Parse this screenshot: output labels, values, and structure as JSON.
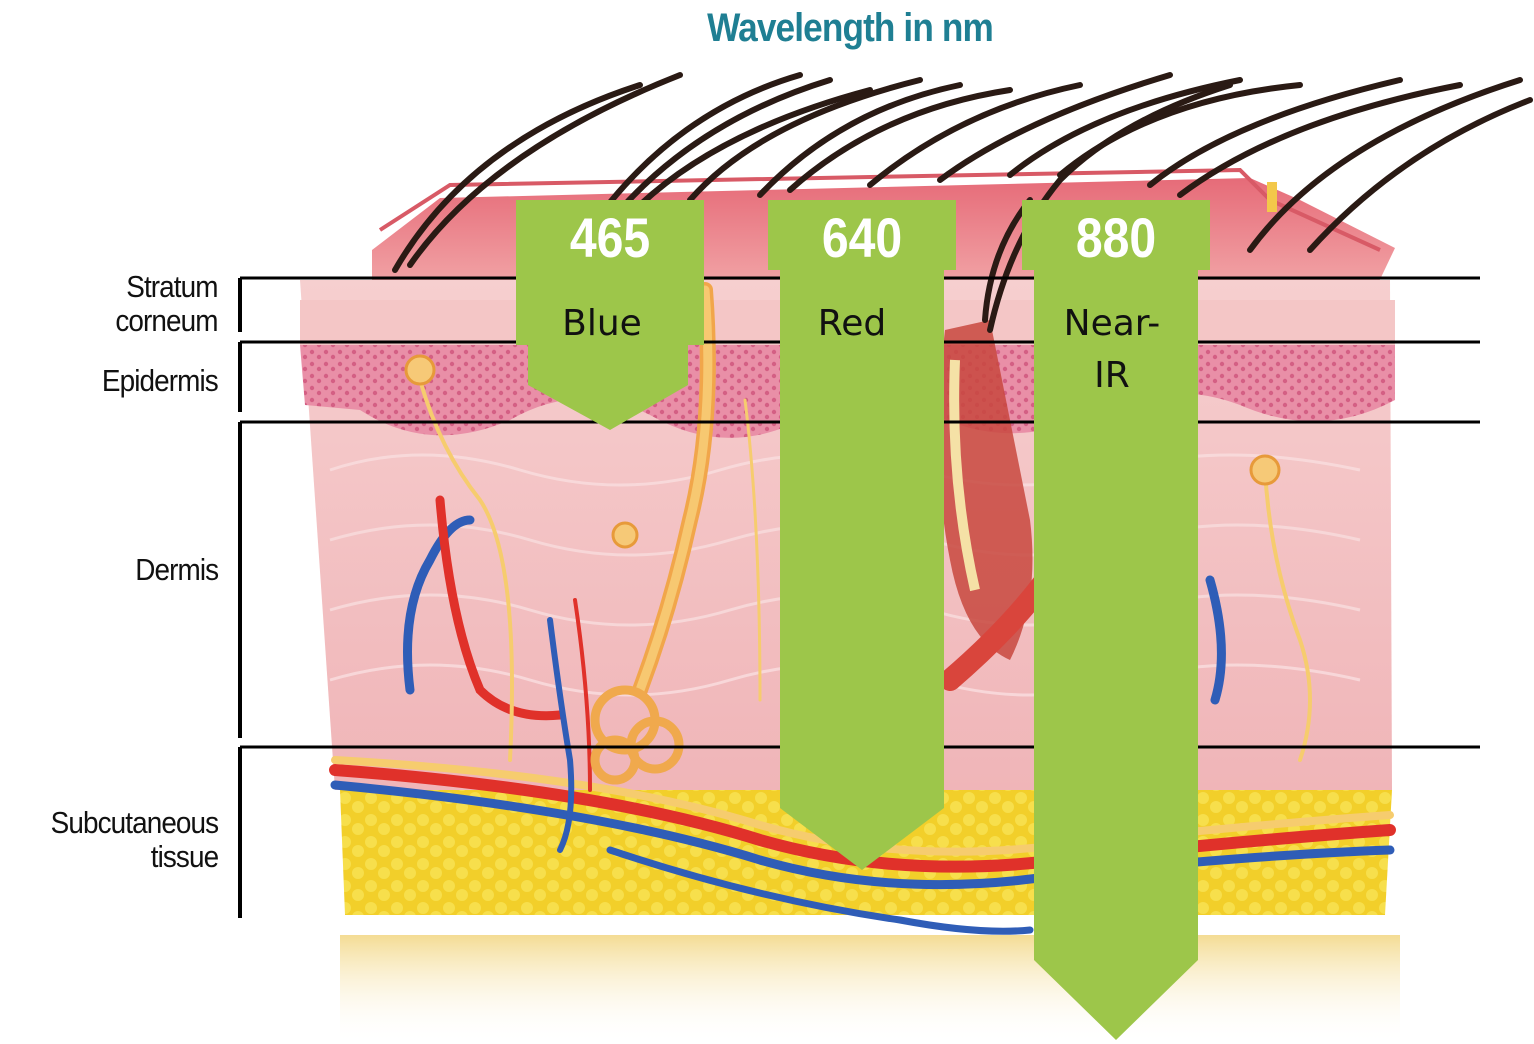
{
  "title": "Wavelength in nm",
  "layers": [
    {
      "id": "stratum",
      "label": "Stratum\ncorneum"
    },
    {
      "id": "epidermis",
      "label": "Epidermis"
    },
    {
      "id": "dermis",
      "label": "Dermis"
    },
    {
      "id": "subcutaneous",
      "label": "Subcutaneous\ntissue"
    }
  ],
  "wavelengths": [
    {
      "value": "465",
      "band": "Blue"
    },
    {
      "value": "640",
      "band": "Red"
    },
    {
      "value": "880",
      "band": "Near-\nIR"
    }
  ],
  "colors": {
    "arrow": "#9dc64a",
    "title": "#1f7f93",
    "skin": "#f2b7ba",
    "epidermis": "#e47e97",
    "fat": "#f3d22c",
    "artery": "#e0312a",
    "vein": "#2f5db7",
    "nerve": "#f6cc6e",
    "hair": "#2a1a14"
  },
  "icons": [
    "skin-cross-section-illustration"
  ]
}
